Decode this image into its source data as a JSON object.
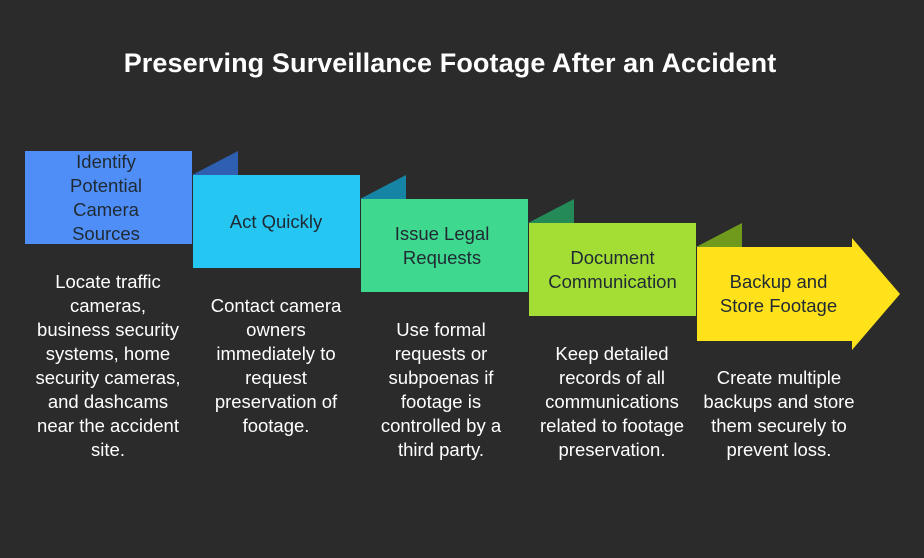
{
  "title": "Preserving Surveillance Footage After an Accident",
  "steps": [
    {
      "label": "Identify Potential Camera Sources",
      "description": "Locate traffic cameras, business security systems, home security cameras, and dashcams near the accident site.",
      "color": "#4f8ef7"
    },
    {
      "label": "Act Quickly",
      "description": "Contact camera owners immediately to request preservation of footage.",
      "color": "#25c6f2"
    },
    {
      "label": "Issue Legal Requests",
      "description": "Use formal requests or subpoenas if footage is controlled by a third party.",
      "color": "#3ed88e"
    },
    {
      "label": "Document Communication",
      "description": "Keep detailed records of all communications related to footage preservation.",
      "color": "#a4de35"
    },
    {
      "label": "Backup and Store Footage",
      "description": "Create multiple backups and store them securely to prevent loss.",
      "color": "#ffe21a"
    }
  ]
}
